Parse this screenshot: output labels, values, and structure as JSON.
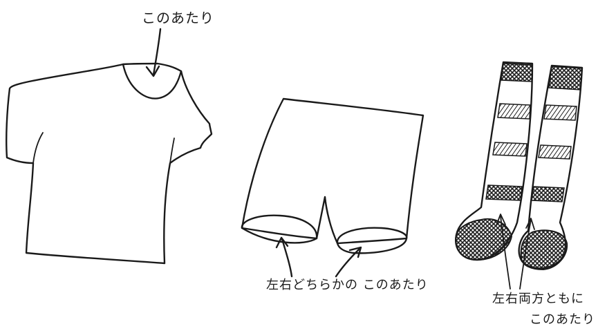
{
  "labels": {
    "shirt": "このあたり",
    "shorts": "左右どちらかの このあたり",
    "socks_line1": "左右両方ともに",
    "socks_line2": "このあたり"
  },
  "illustrations": {
    "shirt": "t-shirt-drawing",
    "shorts": "shorts-drawing",
    "socks": "striped-socks-drawing"
  },
  "colors": {
    "ink": "#1a1a1a",
    "background": "#ffffff"
  }
}
